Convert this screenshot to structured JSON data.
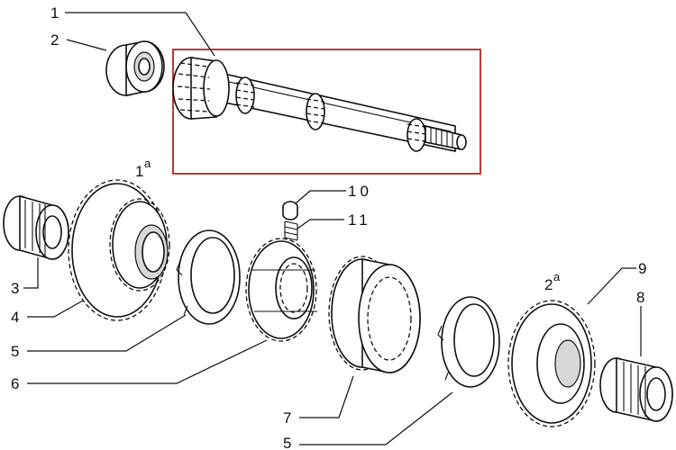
{
  "callouts": [
    {
      "id": "c1",
      "text": "1"
    },
    {
      "id": "c2",
      "text": "2"
    },
    {
      "id": "c3",
      "text": "3"
    },
    {
      "id": "c4",
      "text": "4"
    },
    {
      "id": "c5a",
      "text": "5"
    },
    {
      "id": "c6",
      "text": "6"
    },
    {
      "id": "c7",
      "text": "7"
    },
    {
      "id": "c5b",
      "text": "5"
    },
    {
      "id": "c8",
      "text": "8"
    },
    {
      "id": "c9",
      "text": "9"
    },
    {
      "id": "c10",
      "text": "10"
    },
    {
      "id": "c11",
      "text": "11"
    }
  ],
  "gear_marks": {
    "first": {
      "num": "1",
      "sup": "a"
    },
    "second": {
      "num": "2",
      "sup": "a"
    }
  },
  "colors": {
    "highlight_box": "#b83a3a",
    "ink": "#111111"
  }
}
